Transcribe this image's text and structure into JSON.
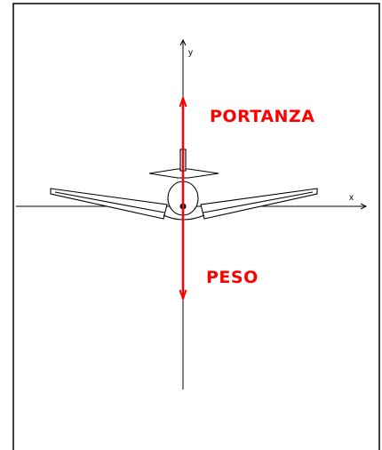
{
  "axes": {
    "y_label": "y",
    "x_label": "x"
  },
  "forces": {
    "lift_label": "PORTANZA",
    "weight_label": "PESO"
  },
  "colors": {
    "force": "#ff0000",
    "outline": "#000000",
    "background": "#ffffff"
  }
}
